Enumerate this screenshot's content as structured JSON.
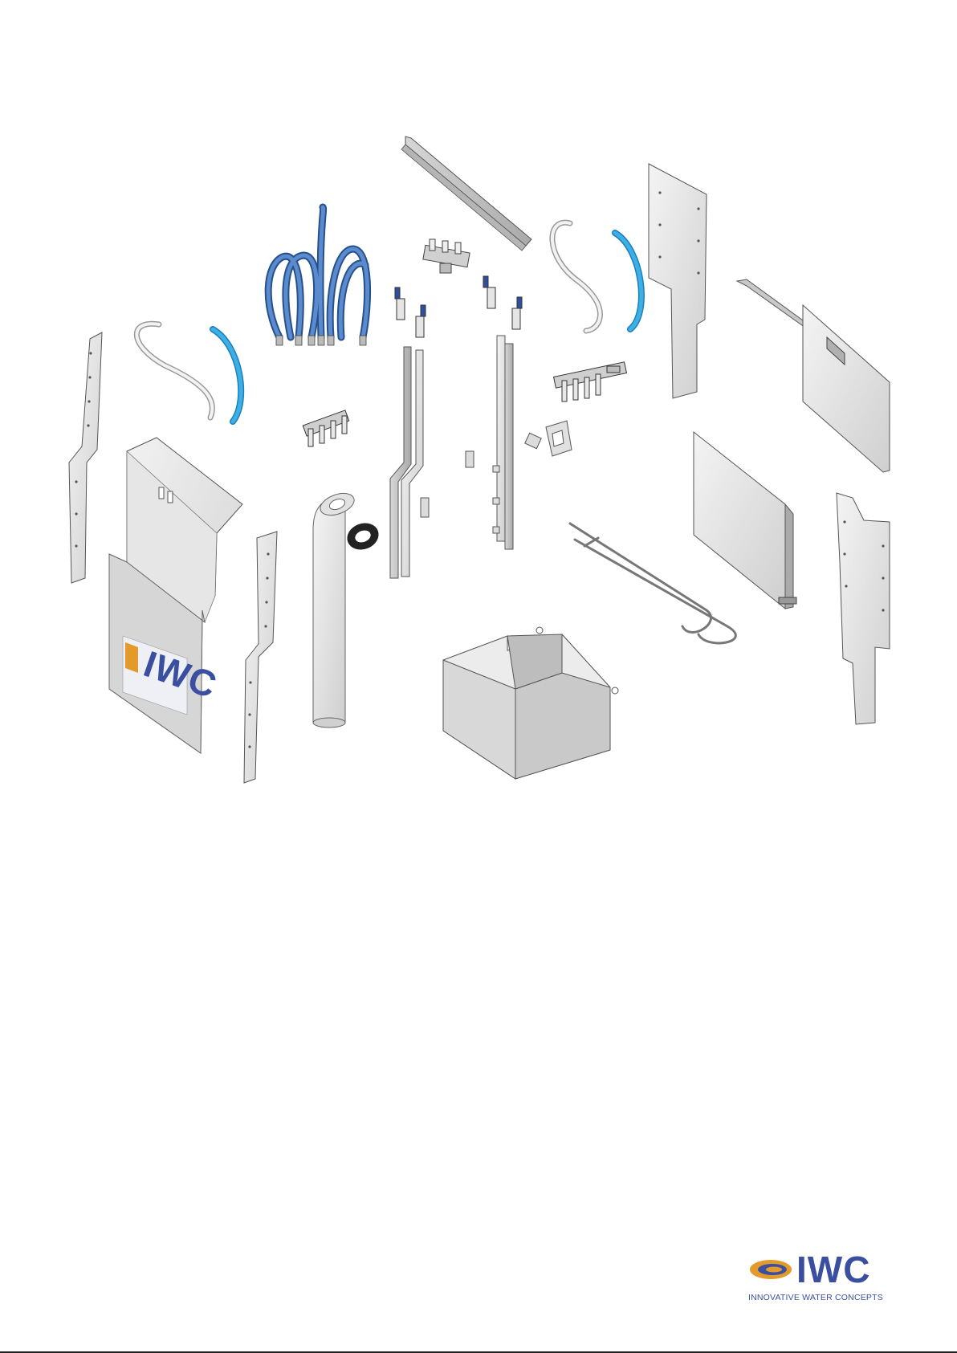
{
  "brand": {
    "name": "IWC",
    "tagline": "INNOVATIVE WATER CONCEPTS",
    "colors": {
      "blue": "#3a4fa0",
      "orange": "#e39a2a"
    }
  },
  "parts": [
    {
      "name": "left-side-strip"
    },
    {
      "name": "front-cover-panel"
    },
    {
      "name": "front-cover-side-strip"
    },
    {
      "name": "grey-hose-left"
    },
    {
      "name": "blue-hose-left"
    },
    {
      "name": "blue-hose-bundle"
    },
    {
      "name": "top-rail"
    },
    {
      "name": "manifold-top"
    },
    {
      "name": "ball-valves-left"
    },
    {
      "name": "ball-valves-right"
    },
    {
      "name": "valve-manifold-small"
    },
    {
      "name": "vertical-pipe-left"
    },
    {
      "name": "vertical-pipe-right"
    },
    {
      "name": "drain-pipe"
    },
    {
      "name": "gasket-ring"
    },
    {
      "name": "small-brackets"
    },
    {
      "name": "bracket-clip"
    },
    {
      "name": "grey-hose-right"
    },
    {
      "name": "blue-hose-right"
    },
    {
      "name": "valve-manifold-right"
    },
    {
      "name": "back-panel-right"
    },
    {
      "name": "side-panel-top-right"
    },
    {
      "name": "side-panel-middle-right"
    },
    {
      "name": "side-strip-right"
    },
    {
      "name": "wire-rods"
    },
    {
      "name": "base-tray"
    }
  ]
}
